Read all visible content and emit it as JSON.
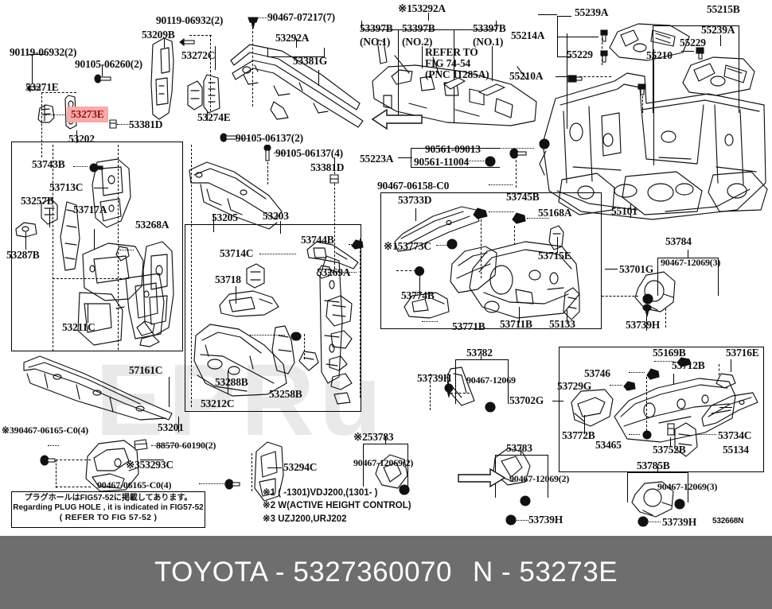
{
  "footer": {
    "brand": "TOYOTA",
    "dash": "-",
    "part_number": "5327360070",
    "ref_prefix": "N",
    "ref_dash": "-",
    "ref_code": "53273E"
  },
  "diagram": {
    "id": "532668N",
    "watermark": "EPRu",
    "highlighted_part": "53273E"
  },
  "plug_note": {
    "line_jp": "プラグホールはFIG57-52に掲載してあります。",
    "line_en": "Regarding PLUG HOLE , it is indicated in FIG57-52",
    "line_ref": "( REFER TO FIG 57-52 )"
  },
  "legend": [
    "※1 (    -1301)VDJ200,(1301-      )",
    "※2 W(ACTIVE HEIGHT CONTROL)",
    "※3 UZJ200,URJ202"
  ],
  "refer_note": {
    "l1": "REFER TO",
    "l2": "FIG 74-54",
    "l3": "(PNC 11285A)"
  },
  "labels": {
    "top_left": [
      {
        "id": "l_90119a",
        "text": "90119-06932(2)"
      },
      {
        "id": "l_53271E",
        "text": "53271E"
      },
      {
        "id": "l_90105_06260",
        "text": "90105-06260(2)"
      },
      {
        "id": "l_53273E",
        "text": "53273E"
      },
      {
        "id": "l_53202",
        "text": "53202"
      },
      {
        "id": "l_53381D_a",
        "text": "53381D"
      },
      {
        "id": "l_90119b",
        "text": "90119-06932(2)"
      },
      {
        "id": "l_53209B",
        "text": "53209B"
      },
      {
        "id": "l_53272C",
        "text": "53272C"
      },
      {
        "id": "l_53274E",
        "text": "53274E"
      }
    ],
    "top_center": [
      {
        "id": "l_90467_07217",
        "text": "90467-07217(7)"
      },
      {
        "id": "l_53292A",
        "text": "53292A"
      },
      {
        "id": "l_53381G",
        "text": "53381G"
      },
      {
        "id": "l_90105_06137_2",
        "text": "90105-06137(2)"
      },
      {
        "id": "l_90105_06137_4",
        "text": "90105-06137(4)"
      },
      {
        "id": "l_53381D_b",
        "text": "53381D"
      }
    ],
    "top_center_group": [
      {
        "id": "l_x153292A",
        "text": "※153292A"
      },
      {
        "id": "l_53397B_1",
        "text": "53397B"
      },
      {
        "id": "l_53397B_1b",
        "text": "(NO.1)"
      },
      {
        "id": "l_53397B_2",
        "text": "53397B"
      },
      {
        "id": "l_53397B_2b",
        "text": "(NO.2)"
      },
      {
        "id": "l_53397B_3",
        "text": "53397B"
      },
      {
        "id": "l_53397B_3b",
        "text": "(NO.1)"
      }
    ],
    "top_right": [
      {
        "id": "l_55239A_a",
        "text": "55239A"
      },
      {
        "id": "l_55214A",
        "text": "55214A"
      },
      {
        "id": "l_55229_a",
        "text": "55229"
      },
      {
        "id": "l_55210A",
        "text": "55210A"
      },
      {
        "id": "l_55210",
        "text": "55210"
      },
      {
        "id": "l_55215B",
        "text": "55215B"
      },
      {
        "id": "l_55239A_b",
        "text": "55239A"
      },
      {
        "id": "l_55229_b",
        "text": "55229"
      },
      {
        "id": "l_55101",
        "text": "55101"
      }
    ],
    "box_53202": [
      {
        "id": "l_53743B",
        "text": "53743B"
      },
      {
        "id": "l_53713C",
        "text": "53713C"
      },
      {
        "id": "l_53257B",
        "text": "53257B"
      },
      {
        "id": "l_53717A",
        "text": "53717A"
      },
      {
        "id": "l_53268A",
        "text": "53268A"
      },
      {
        "id": "l_53287B",
        "text": "53287B"
      },
      {
        "id": "l_53211C",
        "text": "53211C"
      }
    ],
    "mid_center": [
      {
        "id": "l_53205",
        "text": "53205"
      },
      {
        "id": "l_53203",
        "text": "53203"
      }
    ],
    "box_53203": [
      {
        "id": "l_53744B",
        "text": "53744B"
      },
      {
        "id": "l_53714C",
        "text": "53714C"
      },
      {
        "id": "l_53269A",
        "text": "53269A"
      },
      {
        "id": "l_53718",
        "text": "53718"
      },
      {
        "id": "l_53288B",
        "text": "53288B"
      },
      {
        "id": "l_53258B",
        "text": "53258B"
      },
      {
        "id": "l_53212C",
        "text": "53212C"
      }
    ],
    "mid_right_fasteners": [
      {
        "id": "l_55223A",
        "text": "55223A"
      },
      {
        "id": "l_90561_09013",
        "text": "90561-09013"
      },
      {
        "id": "l_90561_11004",
        "text": "90561-11004"
      },
      {
        "id": "l_90467_06158",
        "text": "90467-06158-C0"
      }
    ],
    "box_53701": [
      {
        "id": "l_53733D",
        "text": "53733D"
      },
      {
        "id": "l_53745B",
        "text": "53745B"
      },
      {
        "id": "l_55168A",
        "text": "55168A"
      },
      {
        "id": "l_x153773C",
        "text": "※153773C"
      },
      {
        "id": "l_53715E",
        "text": "53715E"
      },
      {
        "id": "l_53774B",
        "text": "53774B"
      },
      {
        "id": "l_53771B",
        "text": "53771B"
      },
      {
        "id": "l_53711B",
        "text": "53711B"
      },
      {
        "id": "l_55133",
        "text": "55133"
      }
    ],
    "right_mid": [
      {
        "id": "l_53701G",
        "text": "53701G"
      },
      {
        "id": "l_53784",
        "text": "53784"
      },
      {
        "id": "l_90467_12069_3a",
        "text": "90467-12069(3)"
      },
      {
        "id": "l_53739H_a",
        "text": "53739H"
      }
    ],
    "lower_left": [
      {
        "id": "l_57161C",
        "text": "57161C"
      },
      {
        "id": "l_53201",
        "text": "53201"
      },
      {
        "id": "l_x390467",
        "text": "※390467-06165-C0(4)"
      },
      {
        "id": "l_88570",
        "text": "88570-60190(2)"
      },
      {
        "id": "l_x353293C",
        "text": "※353293C"
      },
      {
        "id": "l_90467_06165",
        "text": "90467-06165-C0(4)"
      },
      {
        "id": "l_53294C",
        "text": "53294C"
      }
    ],
    "lower_center": [
      {
        "id": "l_53782",
        "text": "53782"
      },
      {
        "id": "l_90467_12069_a",
        "text": "90467-12069"
      },
      {
        "id": "l_53739H_b",
        "text": "53739H"
      },
      {
        "id": "l_x253783",
        "text": "※253783"
      },
      {
        "id": "l_90467_12069_2a",
        "text": "90467-12069(2)"
      },
      {
        "id": "l_53783",
        "text": "53783"
      },
      {
        "id": "l_90467_12069_2b",
        "text": "90467-12069(2)"
      },
      {
        "id": "l_53739H_c",
        "text": "53739H"
      },
      {
        "id": "l_53702G",
        "text": "53702G"
      }
    ],
    "box_53702": [
      {
        "id": "l_55169B",
        "text": "55169B"
      },
      {
        "id": "l_53716E",
        "text": "53716E"
      },
      {
        "id": "l_53712B",
        "text": "53712B"
      },
      {
        "id": "l_53746",
        "text": "53746"
      },
      {
        "id": "l_53729G",
        "text": "53729G"
      },
      {
        "id": "l_53772B",
        "text": "53772B"
      },
      {
        "id": "l_53465",
        "text": "53465"
      },
      {
        "id": "l_53752B",
        "text": "53752B"
      },
      {
        "id": "l_53734C",
        "text": "53734C"
      },
      {
        "id": "l_55134",
        "text": "55134"
      }
    ],
    "lower_right": [
      {
        "id": "l_53785B",
        "text": "53785B"
      },
      {
        "id": "l_90467_12069_3b",
        "text": "90467-12069(3)"
      },
      {
        "id": "l_53739H_d",
        "text": "53739H"
      }
    ]
  }
}
